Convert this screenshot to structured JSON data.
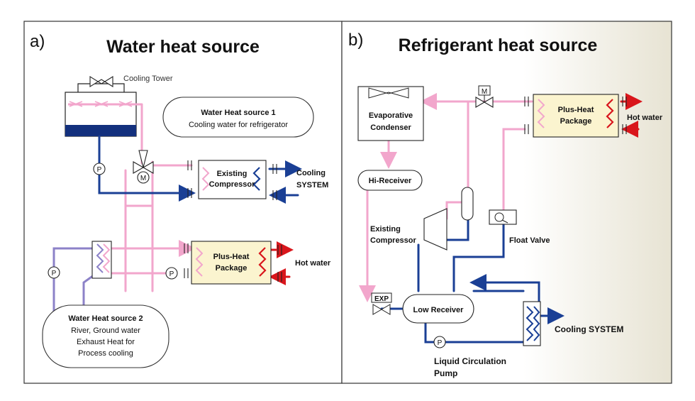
{
  "panel_a": {
    "letter": "a)",
    "title": "Water heat source",
    "cooling_tower": "Cooling Tower",
    "source1_title": "Water Heat source 1",
    "source1_sub": "Cooling water for refrigerator",
    "compressor_l1": "Existing",
    "compressor_l2": "Compressor",
    "cooling_l1": "Cooling",
    "cooling_l2": "SYSTEM",
    "package_l1": "Plus-Heat",
    "package_l2": "Package",
    "hot_water": "Hot water",
    "source2_title": "Water Heat source 2",
    "source2_l1": "River, Ground water",
    "source2_l2": "Exhaust Heat for",
    "source2_l3": "Process cooling",
    "pump_symbol": "P",
    "motor_symbol": "M"
  },
  "panel_b": {
    "letter": "b)",
    "title": "Refrigerant heat source",
    "condenser_l1": "Evaporative",
    "condenser_l2": "Condenser",
    "motor_symbol": "M",
    "package_l1": "Plus-Heat",
    "package_l2": "Package",
    "hot_water": "Hot water",
    "hi_receiver": "Hi-Receiver",
    "compressor_l1": "Existing",
    "compressor_l2": "Compressor",
    "float_valve": "Float Valve",
    "exp": "EXP",
    "low_receiver": "Low Receiver",
    "cooling_system": "Cooling SYSTEM",
    "pump_symbol": "P",
    "pump_l1": "Liquid Circulation",
    "pump_l2": "Pump"
  },
  "colors": {
    "pink_pipe": "#f2a6cc",
    "blue_pipe": "#1a3f95",
    "purple_pipe": "#8c82c8",
    "red_arrow": "#d9161c",
    "package_fill": "#fbf4cf",
    "tower_water": "#13307d"
  }
}
